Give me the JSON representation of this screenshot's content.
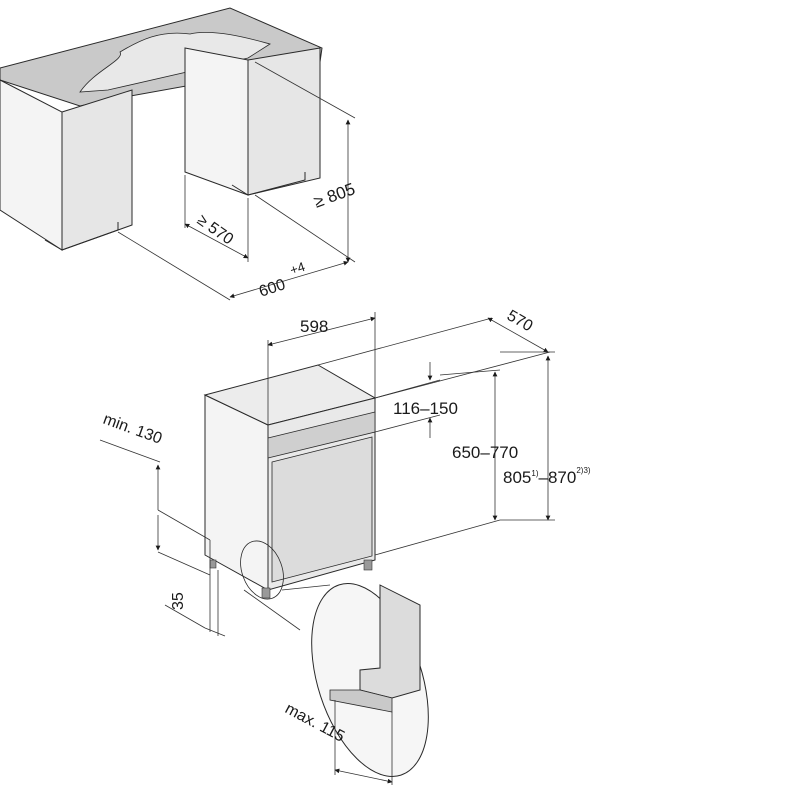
{
  "labels": {
    "niche_depth": "≥ 570",
    "niche_height": "≥ 805",
    "niche_width": "600",
    "niche_width_tolerance": "+4",
    "appliance_width": "598",
    "appliance_depth": "570",
    "door_top_gap": "116–150",
    "door_height": "650–770",
    "niche_height_range": "805",
    "niche_height_range_sup1": "1)",
    "niche_height_range_end": "–870",
    "niche_height_range_sup2": "2)3)",
    "plinth_min": "min. 130",
    "plinth_35": "35",
    "plinth_max": "max. 115"
  },
  "colors": {
    "cabinet_front": "#e6e6e6",
    "cabinet_side": "#f4f4f4",
    "worktop": "#c9c9c9",
    "panel": "#d9d9d9",
    "line": "#2a2a2a"
  }
}
